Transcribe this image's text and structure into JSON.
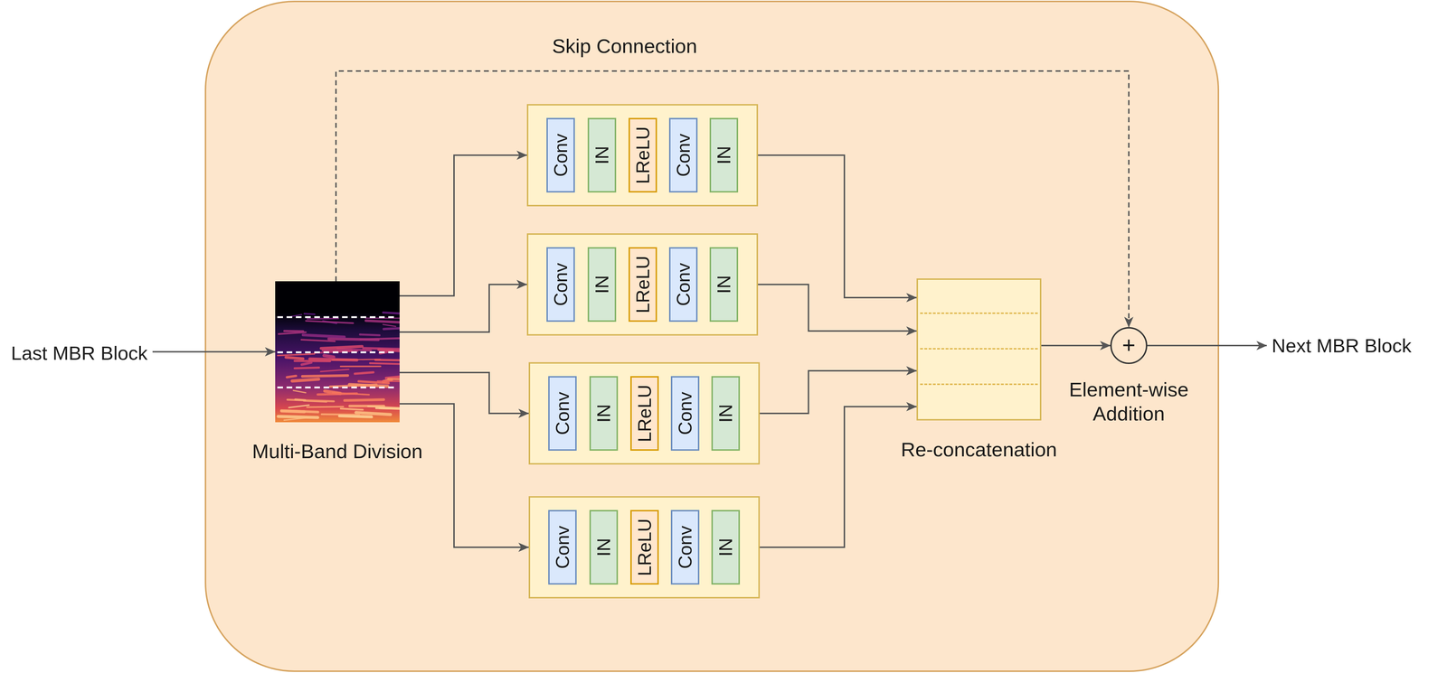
{
  "diagram": {
    "nodes": [
      {
        "text": [
          "Last MBR Block"
        ]
      },
      {
        "text": [
          "Multi-Band Division"
        ]
      },
      {
        "text": []
      },
      {
        "text": [
          "Conv"
        ],
        "in": 2
      },
      {
        "text": [
          "IN"
        ],
        "in": 2
      },
      {
        "text": [
          "LReLU"
        ],
        "in": 2
      },
      {
        "text": [
          "Conv"
        ],
        "in": 2
      },
      {
        "text": [
          "IN"
        ],
        "in": 2
      },
      {
        "text": []
      },
      {
        "text": [
          "Conv"
        ],
        "in": 8
      },
      {
        "text": [
          "IN"
        ],
        "in": 8
      },
      {
        "text": [
          "LReLU"
        ],
        "in": 8
      },
      {
        "text": [
          "Conv"
        ],
        "in": 8
      },
      {
        "text": [
          "IN"
        ],
        "in": 8
      },
      {
        "text": []
      },
      {
        "text": [
          "Conv"
        ],
        "in": 14
      },
      {
        "text": [
          "IN"
        ],
        "in": 14
      },
      {
        "text": [
          "LReLU"
        ],
        "in": 14
      },
      {
        "text": [
          "Conv"
        ],
        "in": 14
      },
      {
        "text": [
          "IN"
        ],
        "in": 14
      },
      {
        "text": []
      },
      {
        "text": [
          "Conv"
        ],
        "in": 20
      },
      {
        "text": [
          "IN"
        ],
        "in": 20
      },
      {
        "text": [
          "LReLU"
        ],
        "in": 20
      },
      {
        "text": [
          "Conv"
        ],
        "in": 20
      },
      {
        "text": [
          "IN"
        ],
        "in": 20
      },
      {
        "text": [
          "Re-concatenation"
        ]
      },
      {
        "text": [
          "+",
          "Element-wise Addition"
        ]
      },
      {
        "text": [
          "Next MBR Block"
        ]
      }
    ],
    "edges": [
      {
        "from": 0,
        "to": 1,
        "arrow": "to"
      },
      {
        "from": 1,
        "to": 2,
        "arrow": "to"
      },
      {
        "from": 1,
        "to": 8,
        "arrow": "to"
      },
      {
        "from": 1,
        "to": 14,
        "arrow": "to"
      },
      {
        "from": 1,
        "to": 20,
        "arrow": "to"
      },
      {
        "from": 2,
        "to": 26,
        "arrow": "to"
      },
      {
        "from": 8,
        "to": 26,
        "arrow": "to"
      },
      {
        "from": 14,
        "to": 26,
        "arrow": "to"
      },
      {
        "from": 20,
        "to": 26,
        "arrow": "to"
      },
      {
        "from": 26,
        "to": 27,
        "arrow": "to"
      },
      {
        "from": 1,
        "to": 27,
        "label": "Skip Connection",
        "arrow": "to"
      },
      {
        "from": 27,
        "to": 28,
        "arrow": "to"
      }
    ]
  }
}
